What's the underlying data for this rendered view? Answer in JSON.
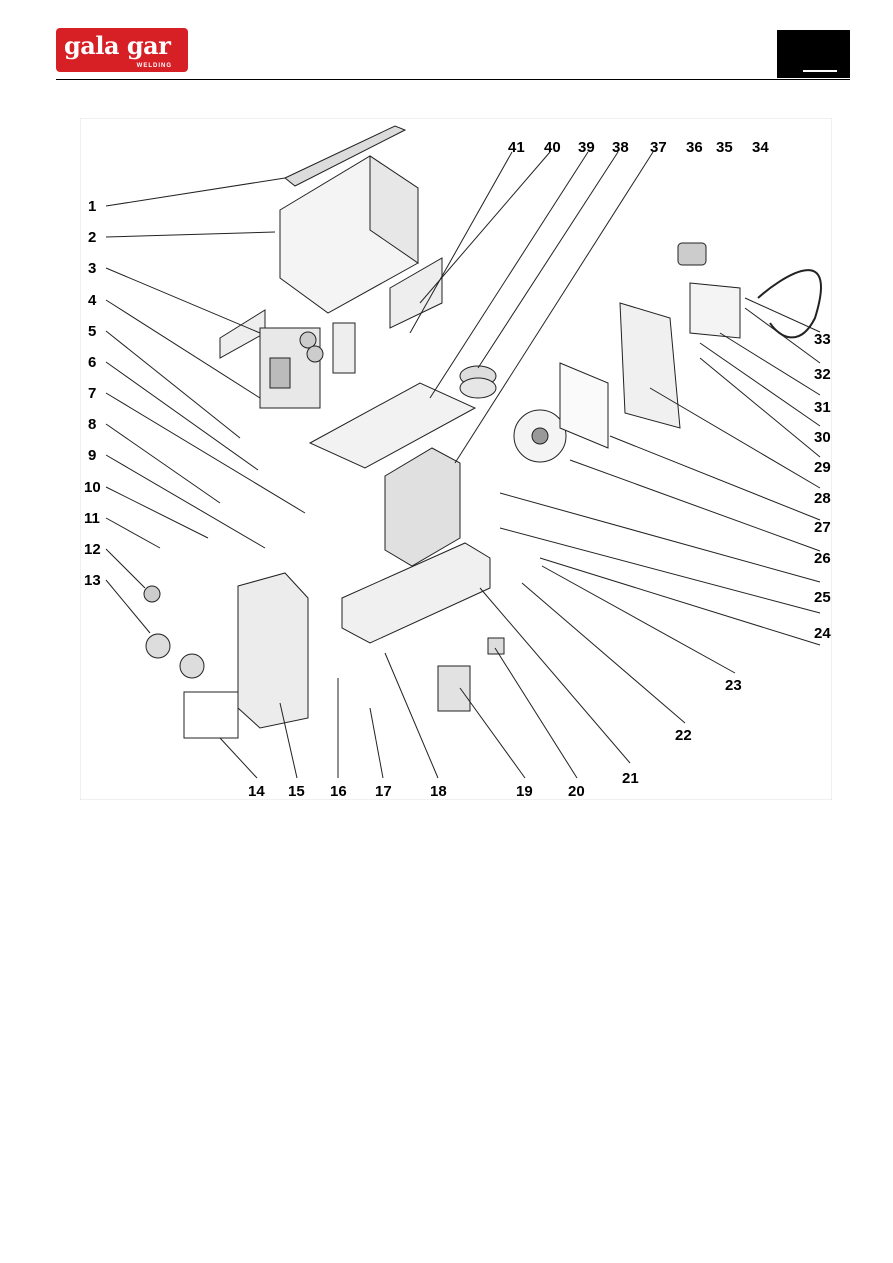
{
  "header": {
    "logo_text": "gala gar",
    "logo_sub": "WELDING",
    "brand_color": "#d71f26"
  },
  "diagram": {
    "callouts": [
      "1",
      "2",
      "3",
      "4",
      "5",
      "6",
      "7",
      "8",
      "9",
      "10",
      "11",
      "12",
      "13",
      "14",
      "15",
      "16",
      "17",
      "18",
      "19",
      "20",
      "21",
      "22",
      "23",
      "24",
      "25",
      "26",
      "27",
      "28",
      "29",
      "30",
      "31",
      "32",
      "33",
      "34",
      "35",
      "36",
      "37",
      "38",
      "39",
      "40",
      "41"
    ]
  }
}
